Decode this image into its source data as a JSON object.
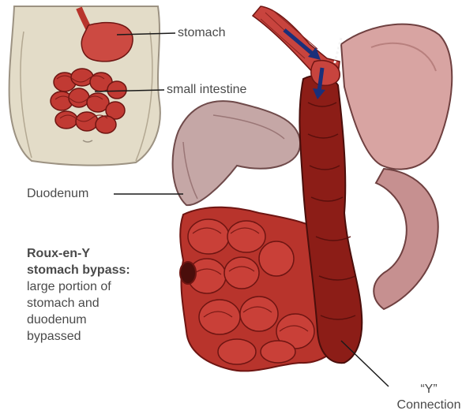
{
  "labels": {
    "stomach": "stomach",
    "small_intestine": "small intestine",
    "duodenum": "Duodenum"
  },
  "description": {
    "title_line1": "Roux-en-Y",
    "title_line2": "stomach bypass:",
    "body_lines": [
      "large portion of",
      "stomach and",
      "duodenum",
      "bypassed"
    ]
  },
  "y_connection": {
    "line1": "“Y”",
    "line2": "Connection"
  },
  "colors": {
    "organ_red": "#b8342c",
    "organ_dark": "#6e1512",
    "pouch_pink": "#d8a4a2",
    "skin": "#e3dcc8",
    "arrow_blue": "#1a2f7a",
    "text_gray": "#4a4a4a"
  }
}
